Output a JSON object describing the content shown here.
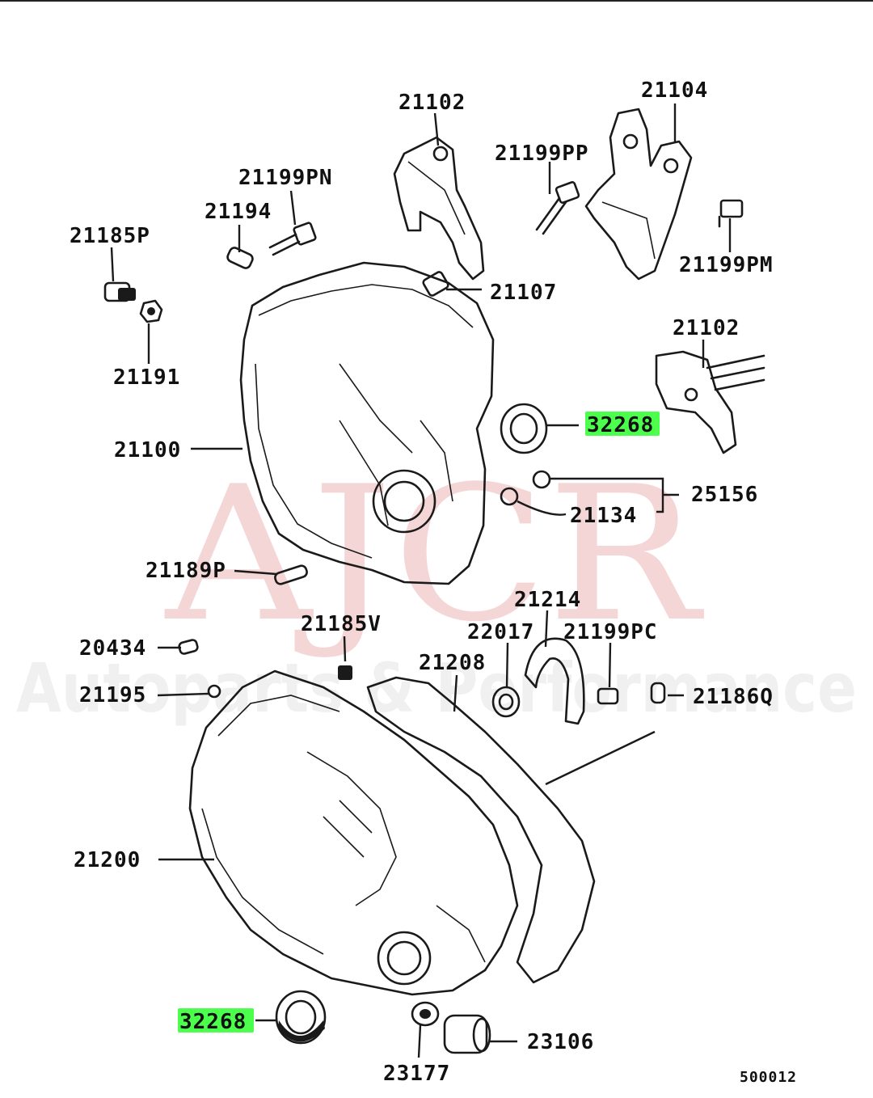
{
  "watermark": {
    "brand": "AJCR",
    "tagline": "Autoparts & Performance"
  },
  "diagram_code": "500012",
  "labels": {
    "p21102_top": "21102",
    "p21104": "21104",
    "p21199PP": "21199PP",
    "p21199PN": "21199PN",
    "p21194": "21194",
    "p21185P": "21185P",
    "p21191": "21191",
    "p21107": "21107",
    "p21199PM": "21199PM",
    "p21102_right": "21102",
    "p32268_upper": "32268",
    "p21100": "21100",
    "p25156": "25156",
    "p21134": "21134",
    "p21189P": "21189P",
    "p21214": "21214",
    "p21185V": "21185V",
    "p22017": "22017",
    "p21199PC": "21199PC",
    "p20434": "20434",
    "p21208": "21208",
    "p21195": "21195",
    "p21186Q": "21186Q",
    "p21200": "21200",
    "p32268_lower": "32268",
    "p23106": "23106",
    "p23177": "23177"
  },
  "highlight_color": "#4cff4c"
}
